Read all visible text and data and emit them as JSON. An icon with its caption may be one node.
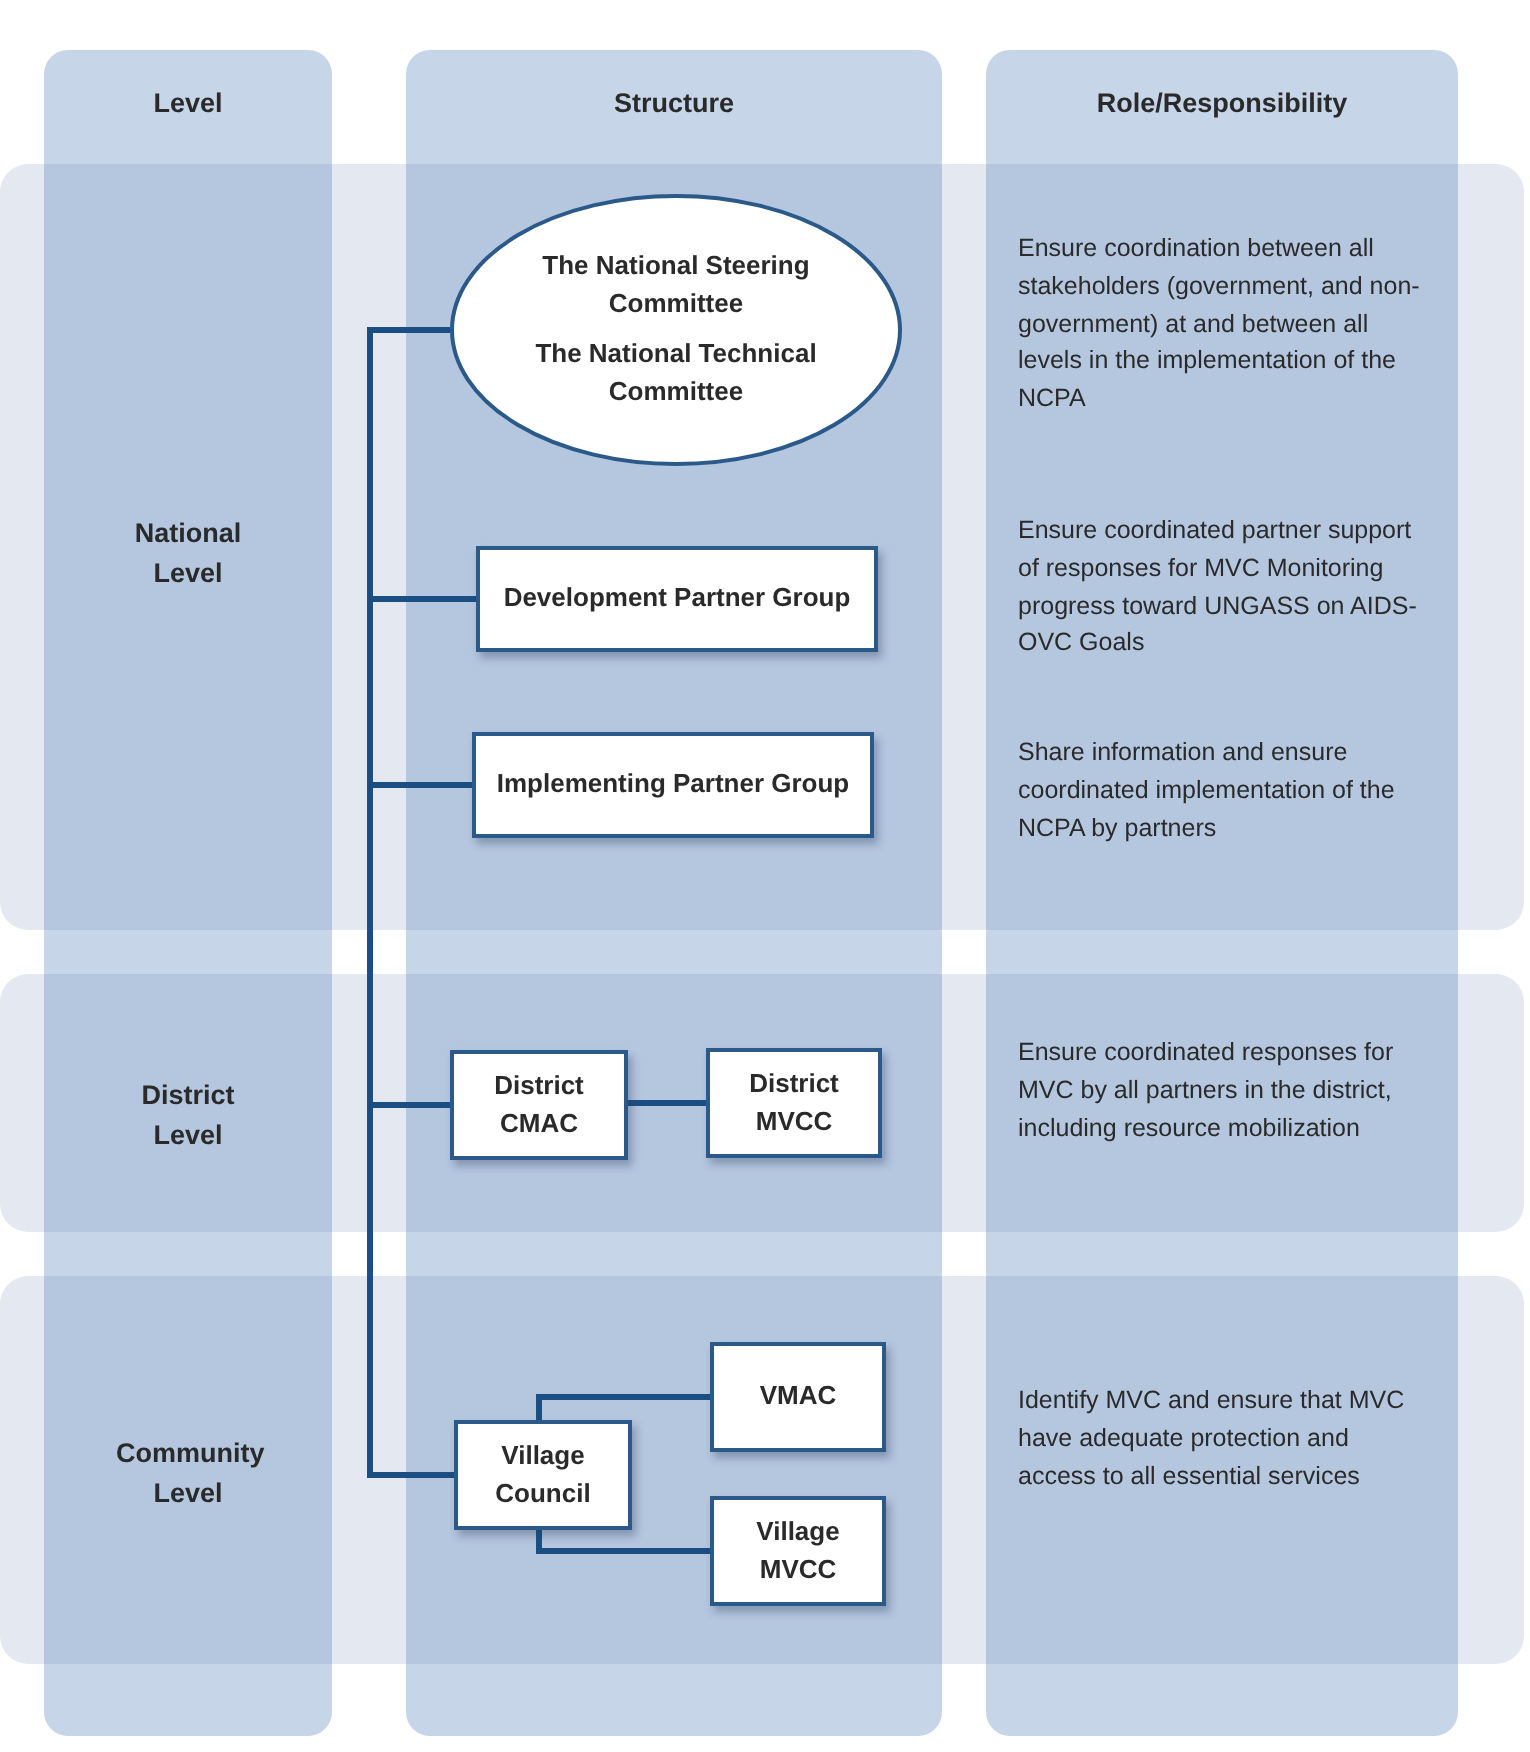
{
  "diagram": {
    "nodes": [
      {
        "text": [
          "The National Steering Committee",
          "The National Technical Committee"
        ]
      },
      {
        "text": [
          "Development Partner Group"
        ]
      },
      {
        "text": [
          "Implementing Partner Group"
        ]
      },
      {
        "text": [
          "District CMAC"
        ]
      },
      {
        "text": [
          "District MVCC"
        ]
      },
      {
        "text": [
          "Village Council"
        ]
      },
      {
        "text": [
          "VMAC"
        ]
      },
      {
        "text": [
          "Village MVCC"
        ]
      }
    ],
    "edges": [
      {
        "from": 0,
        "to": 1,
        "arrow": "none"
      },
      {
        "from": 0,
        "to": 2,
        "arrow": "none"
      },
      {
        "from": 0,
        "to": 3,
        "arrow": "none"
      },
      {
        "from": 0,
        "to": 5,
        "arrow": "none"
      },
      {
        "from": 3,
        "to": 4,
        "arrow": "none"
      },
      {
        "from": 5,
        "to": 6,
        "arrow": "none"
      },
      {
        "from": 5,
        "to": 7,
        "arrow": "none"
      }
    ],
    "labels": [
      "Level",
      "Structure",
      "Role/Responsibility",
      "National Level",
      "Ensure coordination between all stakeholders (government, and non-government) at and between all levels in the implementation of the NCPA",
      "Ensure coordinated partner support of responses for MVC Monitoring progress toward UNGASS on AIDS-OVC Goals",
      "Share information and ensure coordinated implementation of the NCPA by partners",
      "District Level",
      "Ensure coordinated responses for MVC by all partners in the district, including resource mobilization",
      "Community Level",
      "Identify MVC and ensure that MVC have adequate protection and access to all essential services"
    ]
  }
}
